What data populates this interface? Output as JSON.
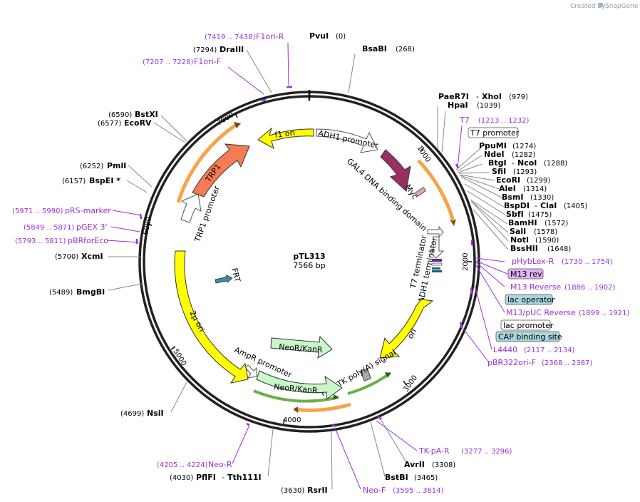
{
  "credit": {
    "created_by": "Created by",
    "brand": "SnapGene"
  },
  "plasmid": {
    "name": "pTL313",
    "size": "7566 bp"
  },
  "ticks": [
    "1000",
    "2000",
    "3000",
    "4000",
    "5000",
    "6000",
    "7000"
  ],
  "enzymes": [
    {
      "name": "PvuI",
      "pos": "(0)"
    },
    {
      "name": "BsaBI",
      "pos": "(268)"
    },
    {
      "name": "PaeR7I",
      "name2": "XhoI",
      "pos": "(979)"
    },
    {
      "name": "HpaI",
      "pos": "(1039)"
    },
    {
      "name": "PpuMI",
      "pos": "(1274)"
    },
    {
      "name": "NdeI",
      "pos": "(1282)"
    },
    {
      "name": "BtgI",
      "name2": "NcoI",
      "pos": "(1288)"
    },
    {
      "name": "SfiI",
      "pos": "(1293)"
    },
    {
      "name": "EcoRI",
      "pos": "(1299)"
    },
    {
      "name": "AleI",
      "pos": "(1314)"
    },
    {
      "name": "BsmI",
      "pos": "(1330)"
    },
    {
      "name": "BspDI",
      "name2": "ClaI",
      "pos": "(1405)"
    },
    {
      "name": "SbfI",
      "pos": "(1475)"
    },
    {
      "name": "BamHI",
      "pos": "(1572)"
    },
    {
      "name": "SalI",
      "pos": "(1578)"
    },
    {
      "name": "NotI",
      "pos": "(1590)"
    },
    {
      "name": "BssHII",
      "pos": "(1648)"
    },
    {
      "name": "AvrII",
      "pos": "(3308)"
    },
    {
      "name": "BstBI",
      "pos": "(3465)"
    },
    {
      "name": "RsrII",
      "pos": "(3630)"
    },
    {
      "name": "PflFI",
      "name2": "Tth111I",
      "pos": "(4030)"
    },
    {
      "name": "NsiI",
      "pos": "(4699)"
    },
    {
      "name": "BmgBI",
      "pos": "(5489)"
    },
    {
      "name": "XcmI",
      "pos": "(5700)"
    },
    {
      "name": "BspEI *",
      "pos": "(6157)"
    },
    {
      "name": "PmlI",
      "pos": "(6252)"
    },
    {
      "name": "EcoRV",
      "pos": "(6577)"
    },
    {
      "name": "BstXI",
      "pos": "(6590)"
    },
    {
      "name": "DraIII",
      "pos": "(7294)"
    }
  ],
  "primers": [
    {
      "name": "F1ori-R",
      "pos": "(7419 .. 7438)"
    },
    {
      "name": "F1ori-F",
      "pos": "(7207 .. 7228)"
    },
    {
      "name": "T7",
      "pos": "(1213 .. 1232)"
    },
    {
      "name": "pHybLex-R",
      "pos": "(1730 .. 1754)"
    },
    {
      "name": "M13 Reverse",
      "pos": "(1886 .. 1902)"
    },
    {
      "name": "M13/pUC Reverse",
      "pos": "(1899 .. 1921)"
    },
    {
      "name": "L4440",
      "pos": "(2117 .. 2134)"
    },
    {
      "name": "pBR322ori-F",
      "pos": "(2368 .. 2387)"
    },
    {
      "name": "TK-pA-R",
      "pos": "(3277 .. 3296)"
    },
    {
      "name": "Neo-F",
      "pos": "(3595 .. 3614)"
    },
    {
      "name": "Neo-R",
      "pos": "(4205 .. 4224)"
    },
    {
      "name": "pRS-marker",
      "pos": "(5971 .. 5990)"
    },
    {
      "name": "pGEX 3'",
      "pos": "(5849 .. 5871)"
    },
    {
      "name": "pBRforEco",
      "pos": "(5793 .. 5811)"
    }
  ],
  "boxed_features": [
    {
      "name": "T7 promoter",
      "style": "white"
    },
    {
      "name": "M13 rev",
      "style": "violet"
    },
    {
      "name": "lac operator",
      "style": "teal"
    },
    {
      "name": "lac promoter",
      "style": "white"
    },
    {
      "name": "CAP binding site",
      "style": "teal"
    }
  ],
  "features": {
    "f1_ori": "f1 ori",
    "adh1_promoter": "ADH1 promoter",
    "gal4": "GAL4 DNA binding domain",
    "myc": "Myc",
    "t7_terminator": "T7 terminator",
    "adh1_terminator": "ADH1 terminator",
    "ori": "ori",
    "hsv_tk": "HSV TK poly(A) signal",
    "neor_inner": "NeoR/KanR",
    "neor_outer": "NeoR/KanR",
    "ampr_promoter": "AmpR promoter",
    "two_mu_ori": "2μ ori",
    "frt": "FRT",
    "trp1_promoter": "TRP1 promoter",
    "trp1": "TRP1"
  },
  "colors": {
    "primer": "#9b30d9",
    "orf_orange": "#f5a44a",
    "yellow": "#ffff00",
    "trp1": "#f47b54",
    "gal4": "#9a2f62",
    "neo": "#c9f7c9",
    "teal": "#a9d6dc",
    "violet": "#e2b0f5"
  }
}
